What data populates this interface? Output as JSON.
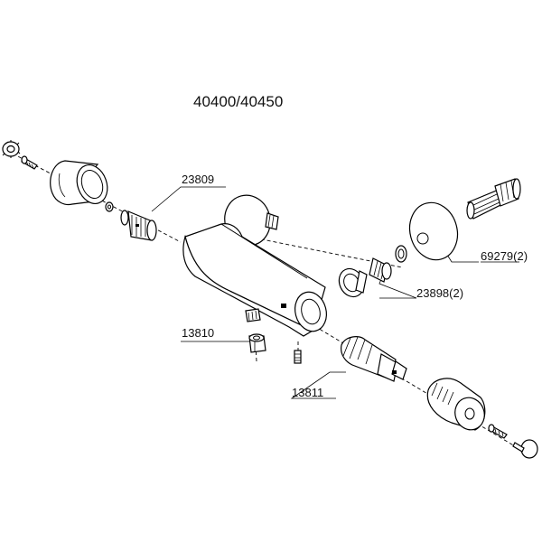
{
  "title": "40400/40450",
  "part_labels": {
    "p23809": "23809",
    "p13810": "13810",
    "p13811": "13811",
    "p23898": "23898(2)",
    "p69279": "69279(2)"
  }
}
